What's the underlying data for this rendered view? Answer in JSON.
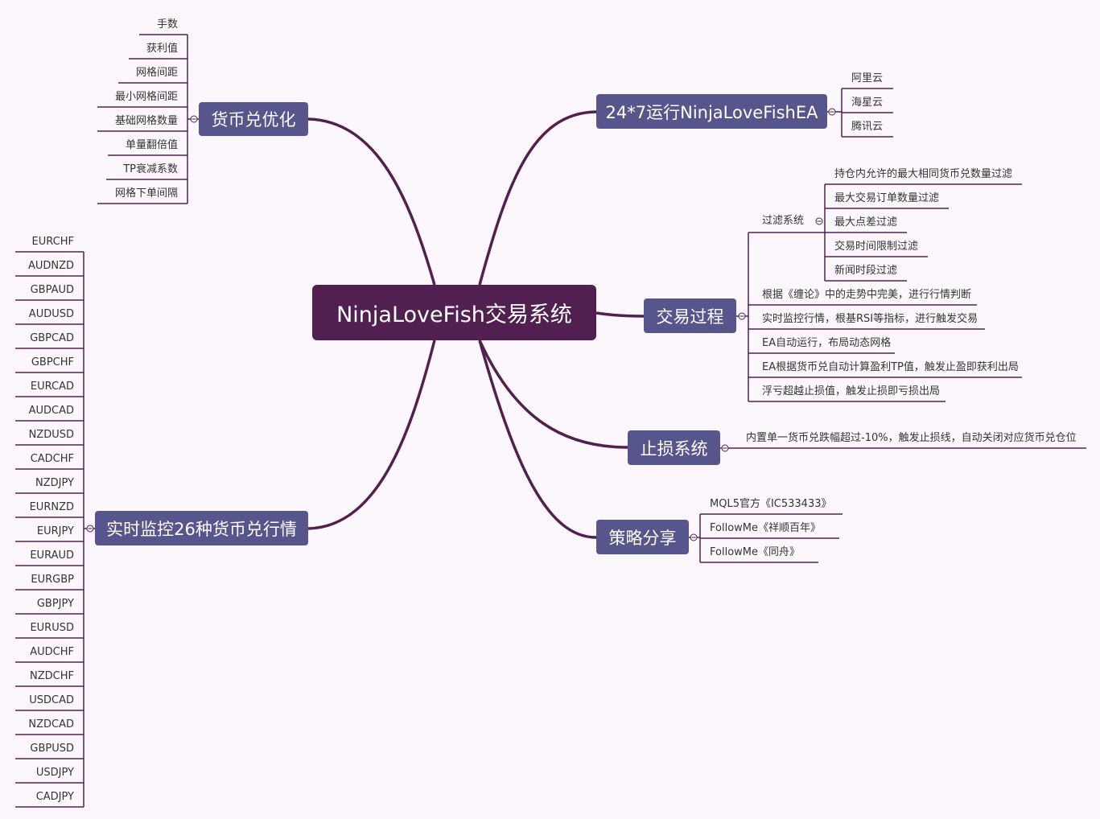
{
  "colors": {
    "background": "#fcf7fc",
    "root": "#512050",
    "branch": "#56558c",
    "line": "#512050",
    "leaf_text": "#333333"
  },
  "root": {
    "label": "NinjaLoveFish交易系统"
  },
  "branches": {
    "optimize": {
      "label": "货币兑优化",
      "items": [
        "手数",
        "获利值",
        "网格间距",
        "最小网格间距",
        "基础网格数量",
        "单量翻倍值",
        "TP衰减系数",
        "网格下单间隔"
      ]
    },
    "monitor": {
      "label": "实时监控26种货币兑行情",
      "items": [
        "EURCHF",
        "AUDNZD",
        "GBPAUD",
        "AUDUSD",
        "GBPCAD",
        "GBPCHF",
        "EURCAD",
        "AUDCAD",
        "NZDUSD",
        "CADCHF",
        "NZDJPY",
        "EURNZD",
        "EURJPY",
        "EURAUD",
        "EURGBP",
        "GBPJPY",
        "EURUSD",
        "AUDCHF",
        "NZDCHF",
        "USDCAD",
        "NZDCAD",
        "GBPUSD",
        "USDJPY",
        "CADJPY"
      ]
    },
    "run247": {
      "label": "24*7运行NinjaLoveFishEA",
      "items": [
        "阿里云",
        "海星云",
        "腾讯云"
      ]
    },
    "trading": {
      "label": "交易过程",
      "filter_label": "过滤系统",
      "filter_items": [
        "持仓内允许的最大相同货币兑数量过滤",
        "最大交易订单数量过滤",
        "最大点差过滤",
        "交易时间限制过滤",
        "新闻时段过滤"
      ],
      "items": [
        "根据《缠论》中的走势中完美，进行行情判断",
        "实时监控行情，根基RSI等指标，进行触发交易",
        "EA自动运行，布局动态网格",
        "EA根据货币兑自动计算盈利TP值，触发止盈即获利出局",
        "浮亏超越止损值，触发止损即亏损出局"
      ]
    },
    "stoploss": {
      "label": "止损系统",
      "items": [
        "内置单一货币兑跌幅超过-10%，触发止损线，自动关闭对应货币兑仓位"
      ]
    },
    "share": {
      "label": "策略分享",
      "items": [
        "MQL5官方《IC533433》",
        "FollowMe《祥顺百年》",
        "FollowMe《同舟》"
      ]
    }
  }
}
